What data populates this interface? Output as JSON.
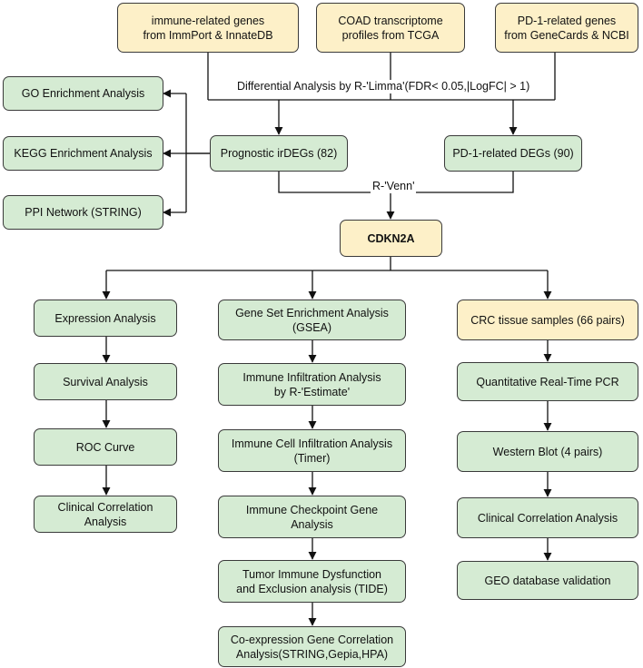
{
  "sources": {
    "immune": "immune-related genes\nfrom ImmPort & InnateDB",
    "coad": "COAD transcriptome\nprofiles from TCGA",
    "pd1": "PD-1-related genes\nfrom GeneCards & NCBI"
  },
  "labels": {
    "limma": "Differential Analysis by R-'Limma'(FDR< 0.05,|LogFC| > 1)",
    "venn": "R-'Venn'"
  },
  "degs": {
    "irdegs": "Prognostic irDEGs (82)",
    "pd1degs": "PD-1-related DEGs (90)"
  },
  "enrichment": {
    "go": "GO Enrichment Analysis",
    "kegg": "KEGG Enrichment Analysis",
    "ppi": "PPI Network (STRING)"
  },
  "hub": "CDKN2A",
  "left_column": [
    "Expression Analysis",
    "Survival Analysis",
    "ROC Curve",
    "Clinical Correlation\nAnalysis"
  ],
  "middle_column": [
    "Gene Set Enrichment Analysis\n(GSEA)",
    "Immune Infiltration Analysis\nby R-'Estimate'",
    "Immune Cell Infiltration Analysis\n(Timer)",
    "Immune Checkpoint Gene\nAnalysis",
    "Tumor Immune Dysfunction\nand Exclusion analysis (TIDE)",
    "Co-expression Gene Correlation\nAnalysis(STRING,Gepia,HPA)"
  ],
  "right_column": {
    "samples": "CRC tissue samples (66 pairs)",
    "steps": [
      "Quantitative Real-Time PCR",
      "Western Blot (4 pairs)",
      "Clinical Correlation Analysis",
      "GEO database validation"
    ]
  },
  "colors": {
    "source_fill": "#fdf0c8",
    "process_fill": "#d5ebd3",
    "stroke": "#3a3a3a"
  }
}
